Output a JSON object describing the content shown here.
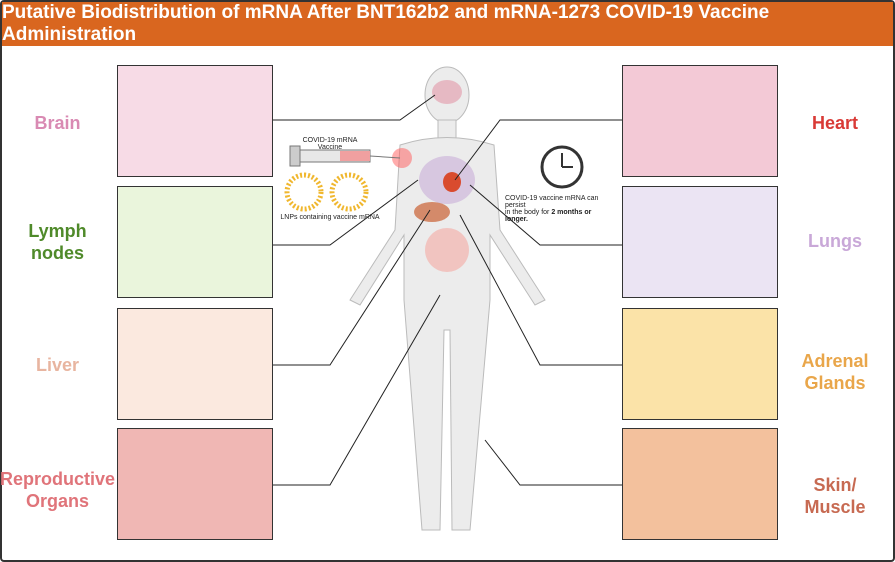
{
  "title": "Putative Biodistribution of mRNA After BNT162b2 and mRNA-1273 COVID-19 Vaccine Administration",
  "vaccine_label": "COVID-19 mRNA Vaccine",
  "lnp_label": "LNPs containing vaccine mRNA",
  "persist_text_1": "COVID-19 vaccine mRNA can persist",
  "persist_text_2": "in the body for ",
  "persist_bold": "2 months or longer.",
  "organs_left": [
    {
      "label": "Brain",
      "color": "#d98ab3",
      "bg": "#f7dbe6"
    },
    {
      "label": "Lymph nodes",
      "color": "#4f8a2a",
      "bg": "#eaf5dc"
    },
    {
      "label": "Liver",
      "color": "#e8b5a0",
      "bg": "#fbe9df"
    },
    {
      "label": "Reproductive Organs",
      "color": "#e0747a",
      "bg": "#f0b7b4"
    }
  ],
  "organs_right": [
    {
      "label": "Heart",
      "color": "#d93a36",
      "bg": "#f3c9d6"
    },
    {
      "label": "Lungs",
      "color": "#c9a8d8",
      "bg": "#ebe4f3"
    },
    {
      "label": "Adrenal Glands",
      "color": "#e9a64a",
      "bg": "#fbe3a8"
    },
    {
      "label": "Skin/ Muscle",
      "color": "#c76a52",
      "bg": "#f3c19d"
    }
  ]
}
